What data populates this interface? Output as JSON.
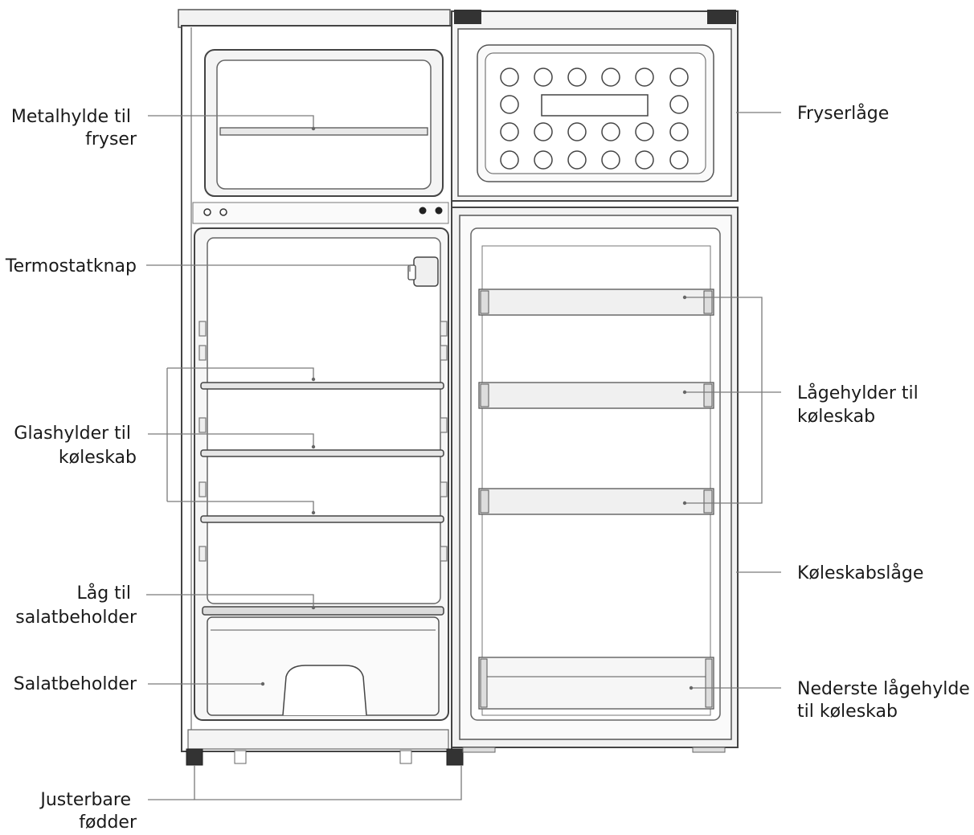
{
  "labels": {
    "metalhylde": [
      "Metalhylde til",
      "fryser"
    ],
    "termostat": [
      "Termostatknap"
    ],
    "glashylder": [
      "Glashylder til",
      "køleskab"
    ],
    "laag_salat": [
      "Låg til",
      "salatbeholder"
    ],
    "salatbeholder": [
      "Salatbeholder"
    ],
    "foedder": [
      "Justerbare",
      "fødder"
    ],
    "fryserlaage": [
      "Fryserlåge"
    ],
    "laagehylder": [
      "Lågehylder til",
      "køleskab"
    ],
    "koeleskabslaage": [
      "Køleskabslåge"
    ],
    "nederste": [
      "Nederste lågehylde",
      "til køleskab"
    ]
  }
}
